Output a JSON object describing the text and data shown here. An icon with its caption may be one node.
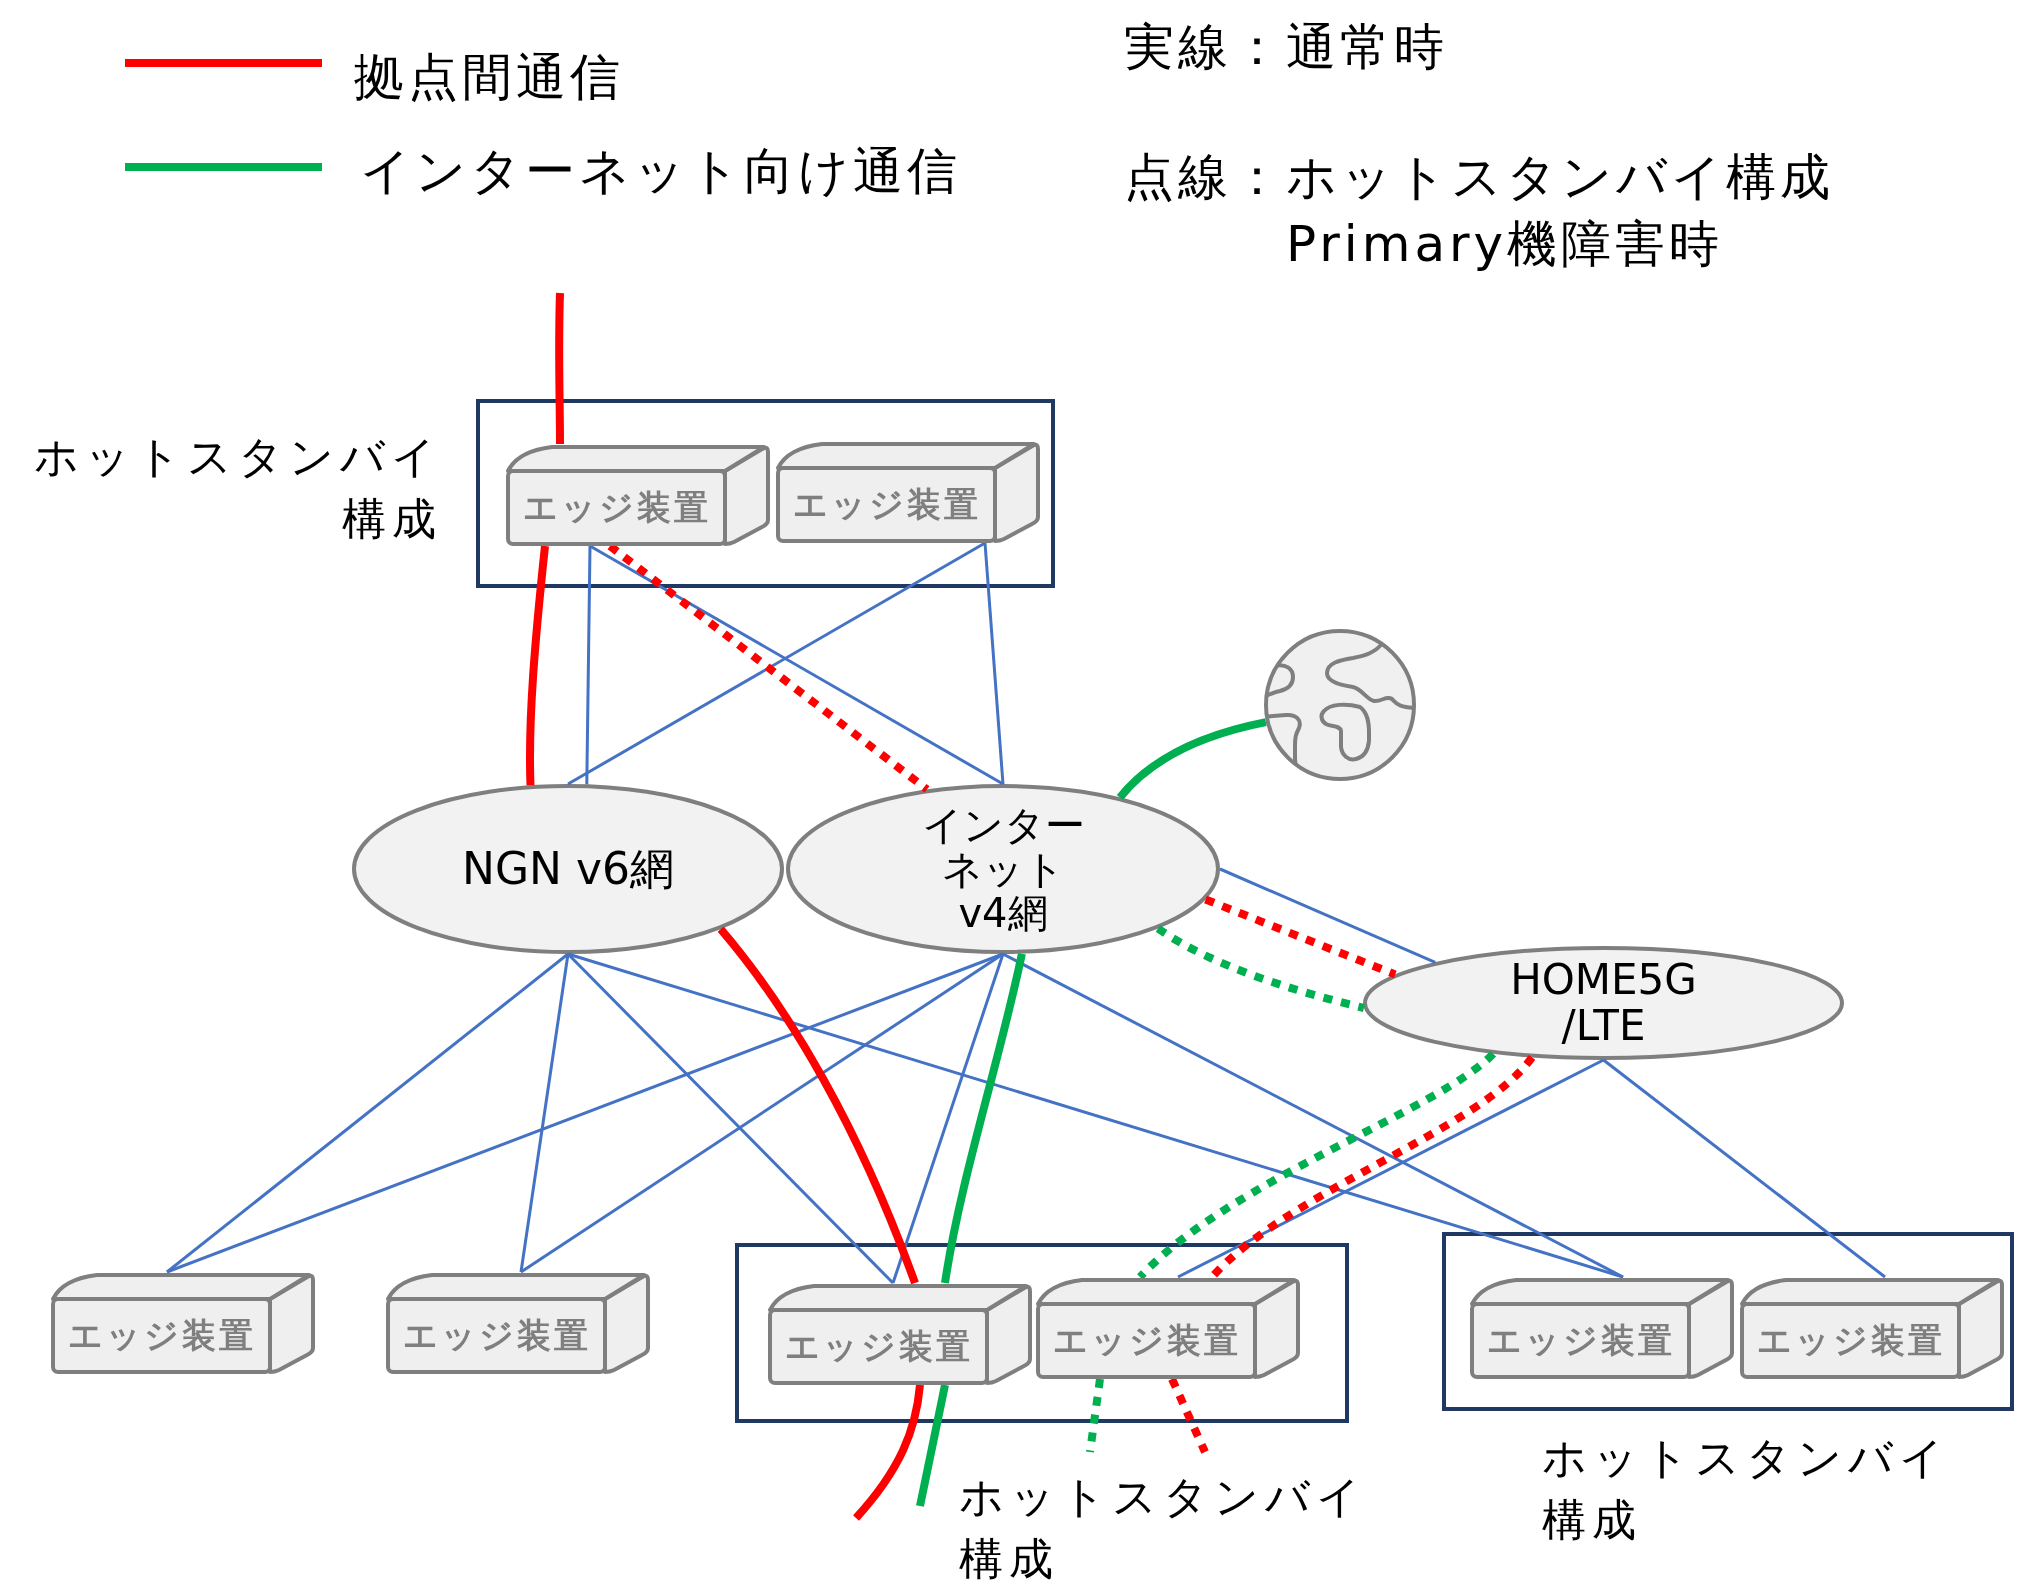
{
  "diagram": {
    "nodes": [
      {
        "text": [
          "ホットスタンバイ構成"
        ]
      },
      {
        "text": [
          "エッジ装置"
        ],
        "in": 0
      },
      {
        "text": [
          "エッジ装置"
        ],
        "in": 0
      },
      {
        "text": [],
        "shape": "globe"
      },
      {
        "text": [
          "NGN v6網"
        ]
      },
      {
        "text": [
          "インターネットv4網"
        ]
      },
      {
        "text": [
          "HOME5G /LTE"
        ]
      },
      {
        "text": [
          "エッジ装置"
        ]
      },
      {
        "text": [
          "エッジ装置"
        ]
      },
      {
        "text": [
          "ホットスタンバイ構成"
        ]
      },
      {
        "text": [
          "エッジ装置"
        ],
        "in": 9
      },
      {
        "text": [
          "エッジ装置"
        ],
        "in": 9
      },
      {
        "text": [
          "ホットスタンバイ構成"
        ]
      },
      {
        "text": [
          "エッジ装置"
        ],
        "in": 12
      },
      {
        "text": [
          "エッジ装置"
        ],
        "in": 12
      }
    ],
    "edges": [
      {
        "from": null,
        "to": 1,
        "arrow": "none",
        "style": "thick",
        "color": "#ff0000"
      },
      {
        "from": 1,
        "to": 4,
        "arrow": "none",
        "style": "thick",
        "color": "#ff0000"
      },
      {
        "from": 4,
        "to": 10,
        "arrow": "none",
        "style": "thick",
        "color": "#ff0000"
      },
      {
        "from": 10,
        "to": null,
        "arrow": "none",
        "style": "thick",
        "color": "#ff0000"
      },
      {
        "from": 3,
        "to": 5,
        "arrow": "none",
        "style": "thick",
        "color": "#00b050"
      },
      {
        "from": 5,
        "to": 10,
        "arrow": "none",
        "style": "thick",
        "color": "#00b050"
      },
      {
        "from": 10,
        "to": null,
        "arrow": "none",
        "style": "thick",
        "color": "#00b050"
      },
      {
        "from": 1,
        "to": 5,
        "arrow": "none",
        "style": "dashed",
        "color": "#ff0000"
      },
      {
        "from": 5,
        "to": 6,
        "arrow": "none",
        "style": "dashed",
        "color": "#ff0000"
      },
      {
        "from": 6,
        "to": 11,
        "arrow": "none",
        "style": "dashed",
        "color": "#ff0000"
      },
      {
        "from": 11,
        "to": null,
        "arrow": "none",
        "style": "dashed",
        "color": "#ff0000"
      },
      {
        "from": 5,
        "to": 6,
        "arrow": "none",
        "style": "dashed",
        "color": "#00b050"
      },
      {
        "from": 6,
        "to": 11,
        "arrow": "none",
        "style": "dashed",
        "color": "#00b050"
      },
      {
        "from": 11,
        "to": null,
        "arrow": "none",
        "style": "dashed",
        "color": "#00b050"
      },
      {
        "from": 1,
        "to": 4,
        "arrow": "none"
      },
      {
        "from": 1,
        "to": 5,
        "arrow": "none"
      },
      {
        "from": 2,
        "to": 4,
        "arrow": "none"
      },
      {
        "from": 2,
        "to": 5,
        "arrow": "none"
      },
      {
        "from": 4,
        "to": 7,
        "arrow": "none"
      },
      {
        "from": 4,
        "to": 8,
        "arrow": "none"
      },
      {
        "from": 4,
        "to": 10,
        "arrow": "none"
      },
      {
        "from": 4,
        "to": 13,
        "arrow": "none"
      },
      {
        "from": 5,
        "to": 7,
        "arrow": "none"
      },
      {
        "from": 5,
        "to": 8,
        "arrow": "none"
      },
      {
        "from": 5,
        "to": 10,
        "arrow": "none"
      },
      {
        "from": 5,
        "to": 13,
        "arrow": "none"
      },
      {
        "from": 5,
        "to": 6,
        "arrow": "none"
      },
      {
        "from": 6,
        "to": 11,
        "arrow": "none"
      },
      {
        "from": 6,
        "to": 14,
        "arrow": "none"
      }
    ],
    "labels": [
      "実線：通常時",
      "点線：ホットスタンバイ構成Primary機障害時"
    ],
    "legend": [
      {
        "text": "拠点間通信",
        "color": "#ff0000"
      },
      {
        "text": "インターネット向け通信",
        "color": "#00b050"
      }
    ]
  }
}
